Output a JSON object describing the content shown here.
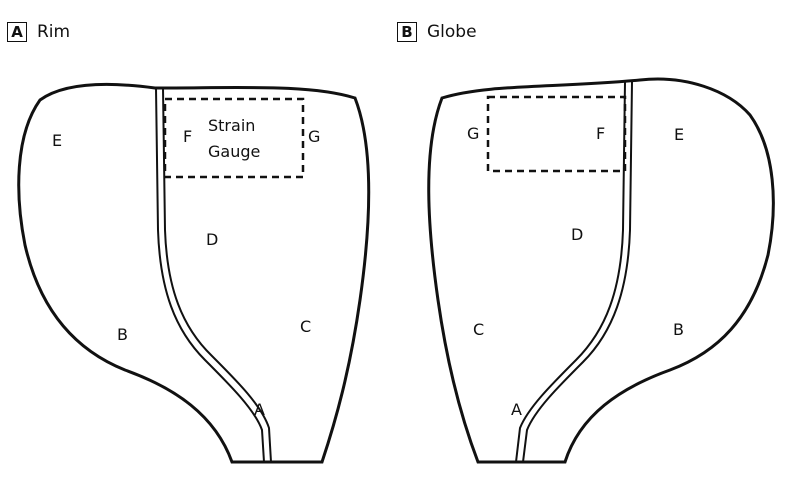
{
  "panels": [
    {
      "badge": "A",
      "title": "Rim",
      "labels": {
        "E": "E",
        "F": "F",
        "G": "G",
        "D": "D",
        "B": "B",
        "C": "C",
        "A": "A",
        "gauge_line1": "Strain",
        "gauge_line2": "Gauge"
      }
    },
    {
      "badge": "B",
      "title": "Globe",
      "labels": {
        "G": "G",
        "F": "F",
        "E": "E",
        "D": "D",
        "C": "C",
        "B": "B",
        "A": "A"
      }
    }
  ]
}
